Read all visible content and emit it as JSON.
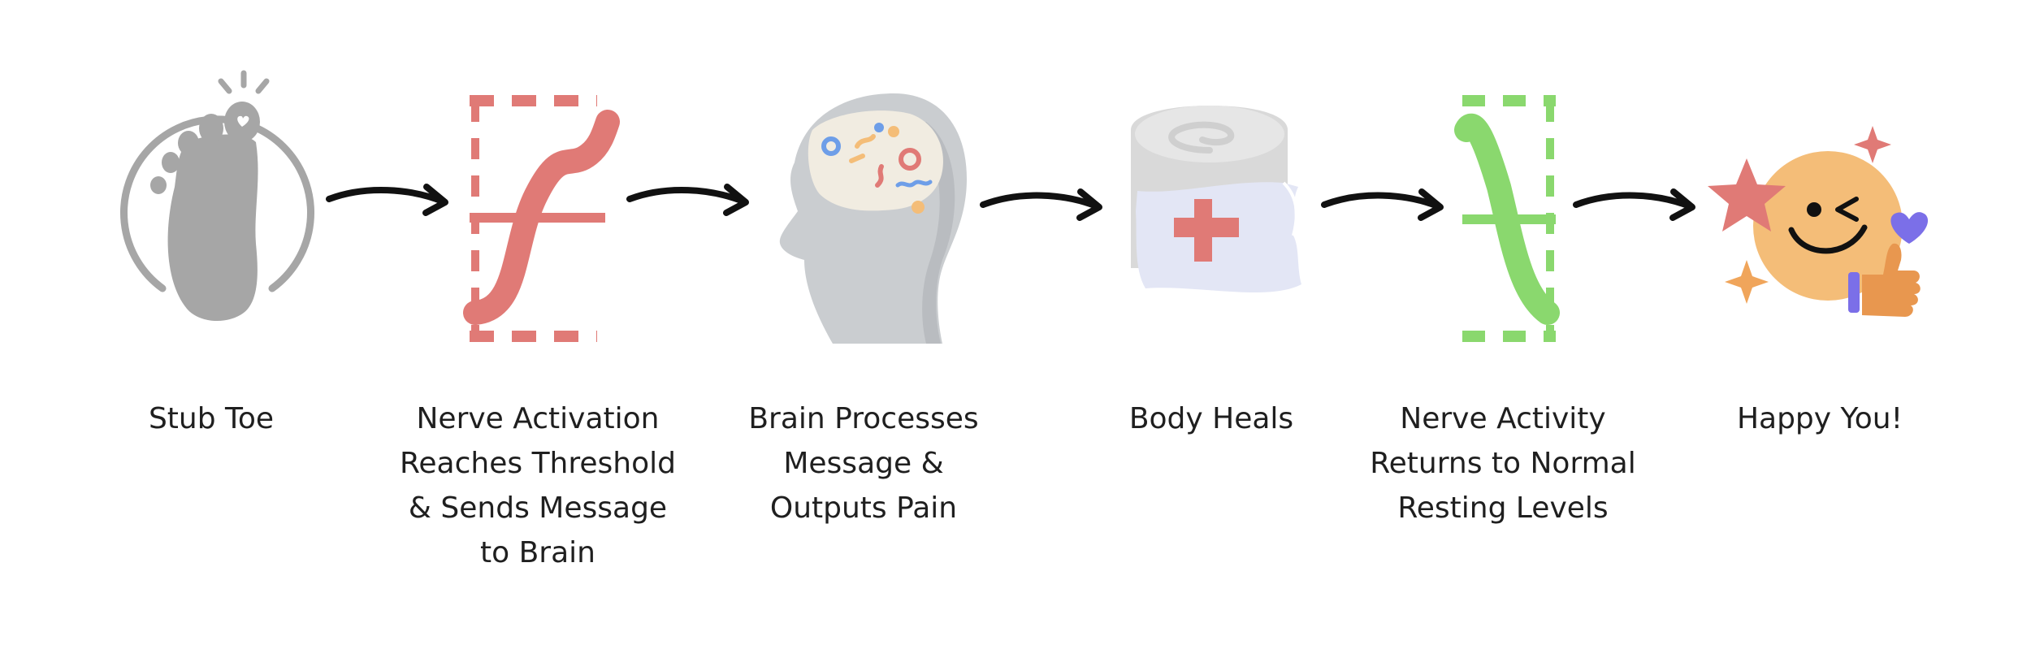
{
  "diagram": {
    "steps": [
      {
        "label": "Stub Toe",
        "icon": "stubbed-foot-icon"
      },
      {
        "label": "Nerve Activation\nReaches Threshold\n& Sends Message\nto Brain",
        "icon": "nerve-threshold-icon"
      },
      {
        "label": "Brain Processes\nMessage &\nOutputs Pain",
        "icon": "brain-head-icon"
      },
      {
        "label": "Body Heals",
        "icon": "bandage-icon"
      },
      {
        "label": "Nerve Activity\nReturns to Normal\nResting Levels",
        "icon": "nerve-resting-icon"
      },
      {
        "label": "Happy You!",
        "icon": "happy-face-icon"
      }
    ],
    "colors": {
      "gray": "#a6a6a6",
      "light_gray": "#cacdd0",
      "red": "#e07a76",
      "green": "#8ad86e",
      "orange": "#f4bd78",
      "lavender": "#e3e6f5",
      "purple": "#7b6fe8",
      "arrow": "#111111",
      "text": "#1f1f1f"
    }
  }
}
